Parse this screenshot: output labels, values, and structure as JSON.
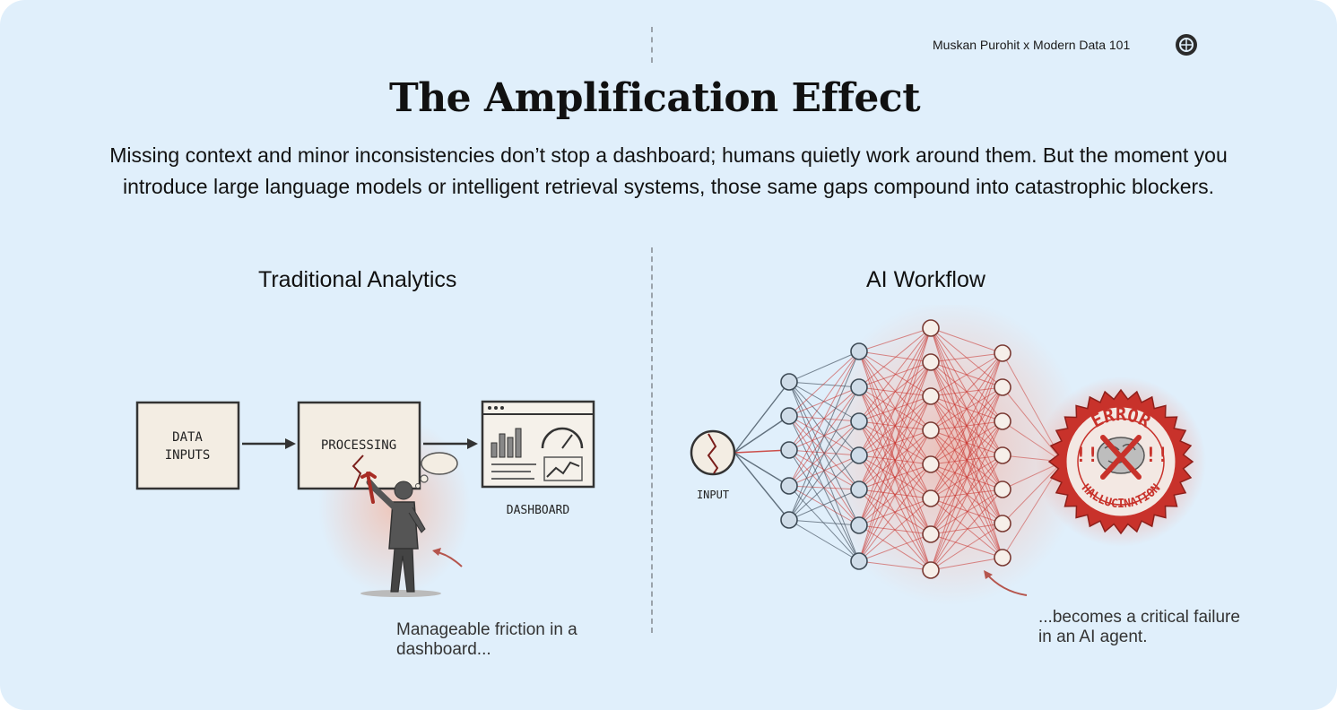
{
  "credit": "Muskan Purohit x Modern Data 101",
  "title": "The Amplification Effect",
  "subtitle_lines": [
    "Missing context and minor inconsistencies don’t stop a dashboard; humans quietly work around them. But the moment you",
    "introduce large language models or intelligent retrieval systems, those same gaps compound into catastrophic blockers."
  ],
  "left": {
    "title": "Traditional Analytics",
    "box1_line1": "DATA",
    "box1_line2": "INPUTS",
    "box2": "PROCESSING",
    "box3": "DASHBOARD",
    "caption_line1": "Manageable friction in a",
    "caption_line2": "dashboard..."
  },
  "right": {
    "title": "AI Workflow",
    "input_label": "INPUT",
    "badge_top": "ERROR",
    "badge_bottom": "HALLUCINATION",
    "badge_marks": "!!",
    "caption_line1": "...becomes a critical failure",
    "caption_line2": "in an AI agent."
  },
  "colors": {
    "background": "#e0effb",
    "accent_red": "#c8322b"
  }
}
